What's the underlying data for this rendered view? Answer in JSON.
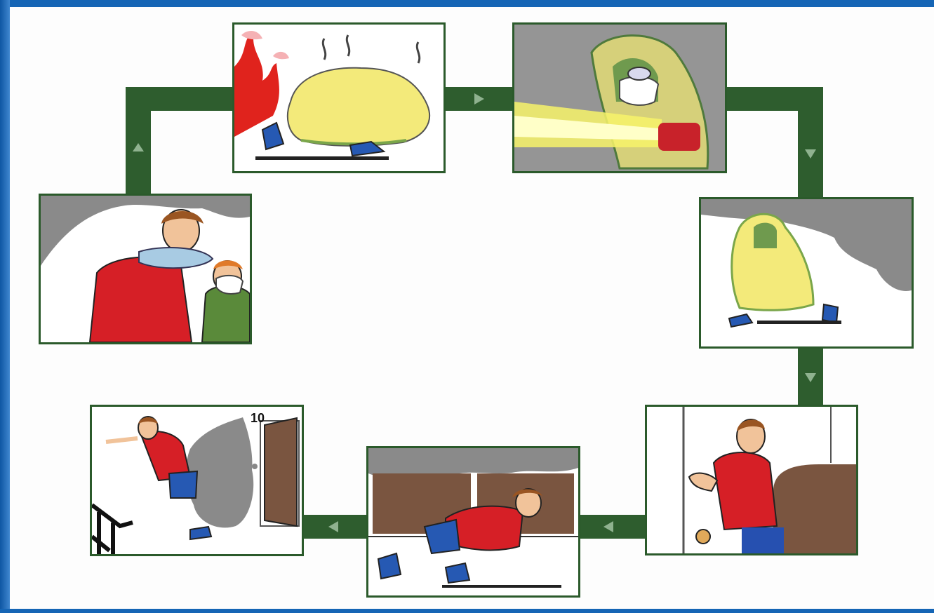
{
  "colors": {
    "frame": "#1565b5",
    "connector": "#2e5d2e",
    "arrow": "#8fb28f",
    "panel_border": "#2b5a2b",
    "smoke": "#8a8a8a",
    "shirt": "#d61f26",
    "blanket": "#f3ea7a",
    "shoe": "#2659b3",
    "skin": "#f1c39a",
    "hair": "#9a5522",
    "fire": "#e0231d",
    "door": "#7a5540"
  },
  "flow": {
    "direction": "clockwise",
    "steps": [
      {
        "id": "cover-with-wet-blanket",
        "icons": [
          "fire-icon",
          "blanket-icon",
          "shoe-icon"
        ]
      },
      {
        "id": "use-flashlight-in-smoke",
        "icons": [
          "flashlight-beam-icon",
          "hood-icon",
          "mask-icon"
        ]
      },
      {
        "id": "move-low-under-smoke",
        "icons": [
          "smoke-cloud-icon",
          "raincoat-icon"
        ]
      },
      {
        "id": "check-door-with-hand",
        "icons": [
          "hand-icon",
          "sofa-icon"
        ]
      },
      {
        "id": "crawl-on-floor",
        "icons": [
          "smoke-cloud-icon",
          "crawling-person-icon"
        ]
      },
      {
        "id": "exit-to-stairs",
        "icons": [
          "door-icon",
          "stair-railing-icon",
          "smoke-cloud-icon"
        ]
      },
      {
        "id": "cover-face-with-cloth",
        "icons": [
          "smoke-cloud-icon",
          "scarf-icon",
          "child-icon"
        ]
      }
    ]
  },
  "panel_texts": {
    "floor_number": "10"
  }
}
